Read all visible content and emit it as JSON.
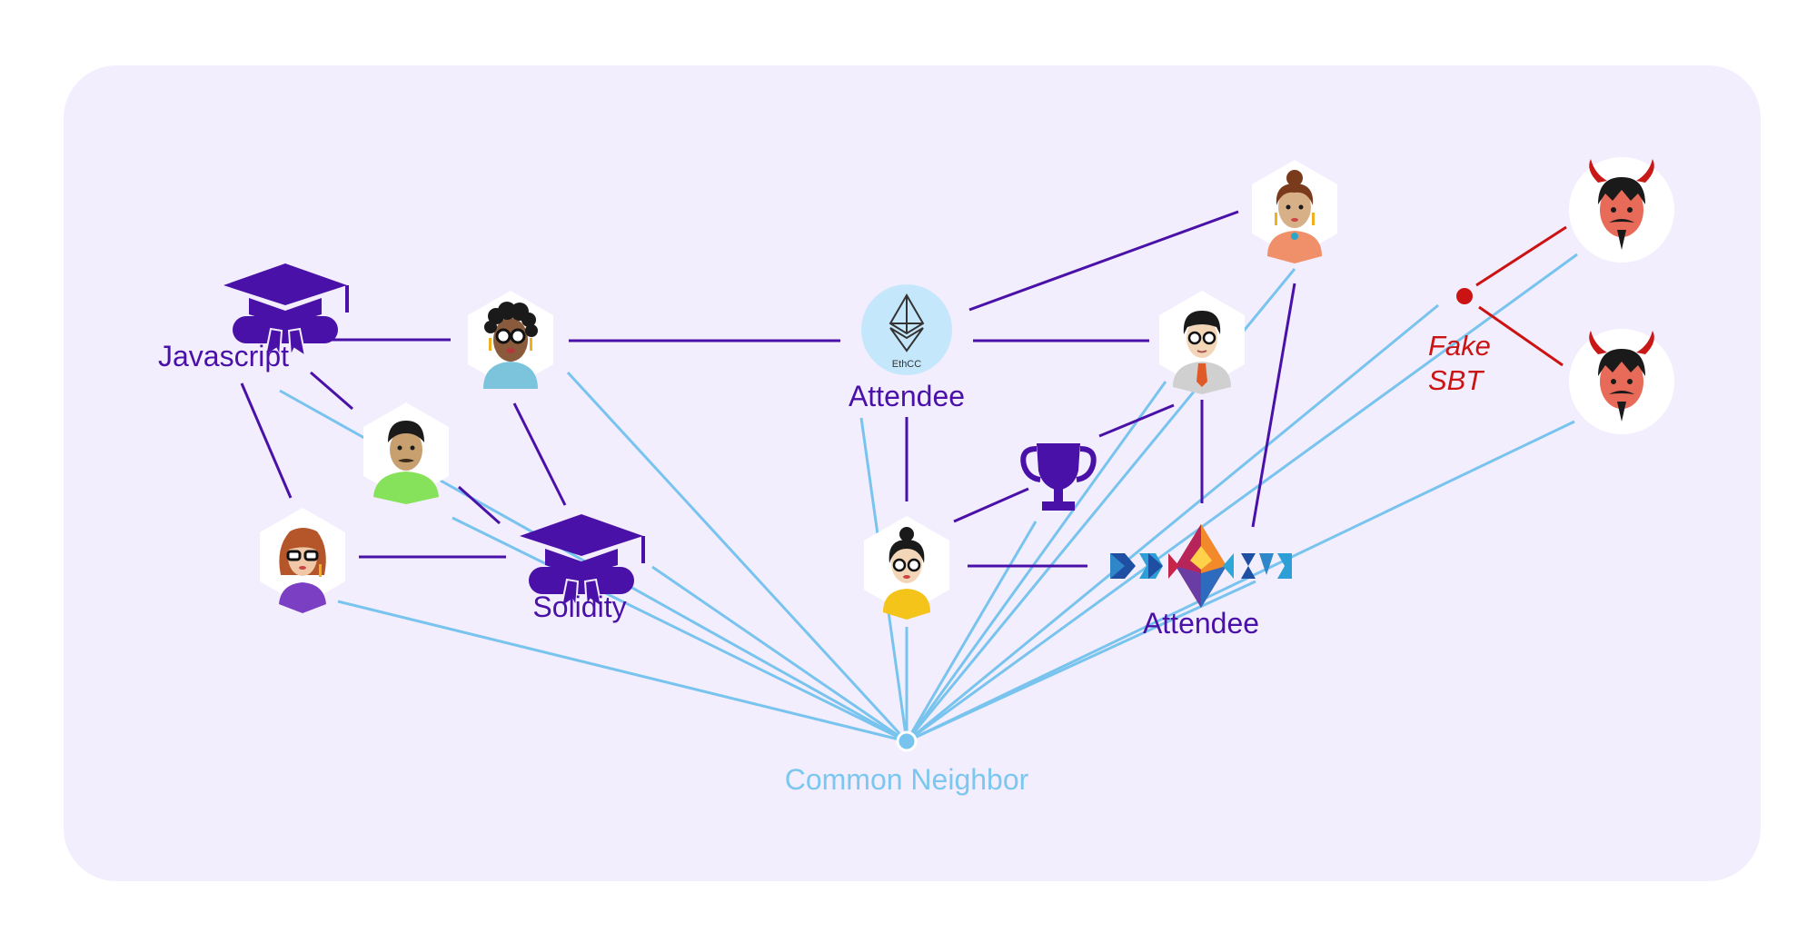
{
  "diagram": {
    "colors": {
      "panel_bg": "#f3eefd",
      "edge_purple": "#4a11a8",
      "edge_blue": "#78c4ee",
      "edge_red": "#cc1313",
      "node_bg": "#ffffff"
    },
    "labels": {
      "javascript": "Javascript",
      "solidity": "Solidity",
      "attendee_ethcc": "Attendee",
      "attendee_devcon": "Attendee",
      "common_neighbor": "Common Neighbor",
      "fake_line1": "Fake",
      "fake_line2": "SBT",
      "ethcc_logo_text": "EthCC"
    },
    "icons": {
      "javascript_badge": "graduation-cap-diploma-icon",
      "solidity_badge": "graduation-cap-diploma-icon",
      "trophy": "trophy-icon",
      "ethcc_badge": "ethereum-logo-icon",
      "devcon_badge": "devcon-logo-icon",
      "person_curly": "person-avatar-icon",
      "person_mustache": "person-avatar-icon",
      "person_redhead": "person-avatar-icon",
      "person_bun_top": "person-avatar-icon",
      "person_glasses_tie": "person-avatar-icon",
      "person_bun_center": "person-avatar-icon",
      "devil_top": "devil-face-icon",
      "devil_bottom": "devil-face-icon"
    }
  }
}
